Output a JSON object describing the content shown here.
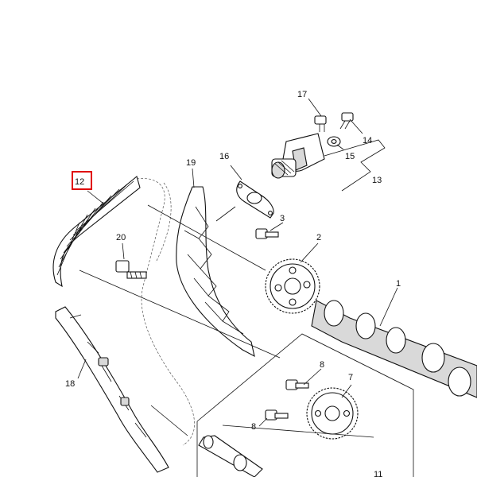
{
  "diagram": {
    "callouts": [
      {
        "id": "p17",
        "text": "17"
      },
      {
        "id": "p14",
        "text": "14"
      },
      {
        "id": "p15",
        "text": "15"
      },
      {
        "id": "p13",
        "text": "13"
      },
      {
        "id": "p16",
        "text": "16"
      },
      {
        "id": "p19",
        "text": "19"
      },
      {
        "id": "p12",
        "text": "12",
        "highlighted": true
      },
      {
        "id": "p3",
        "text": "3"
      },
      {
        "id": "p2",
        "text": "2"
      },
      {
        "id": "p20",
        "text": "20"
      },
      {
        "id": "p1",
        "text": "1"
      },
      {
        "id": "p18",
        "text": "18"
      },
      {
        "id": "p8a",
        "text": "8"
      },
      {
        "id": "p7",
        "text": "7"
      },
      {
        "id": "p8b",
        "text": "8"
      },
      {
        "id": "p11",
        "text": "11"
      }
    ],
    "highlight_color": "#e00000"
  }
}
